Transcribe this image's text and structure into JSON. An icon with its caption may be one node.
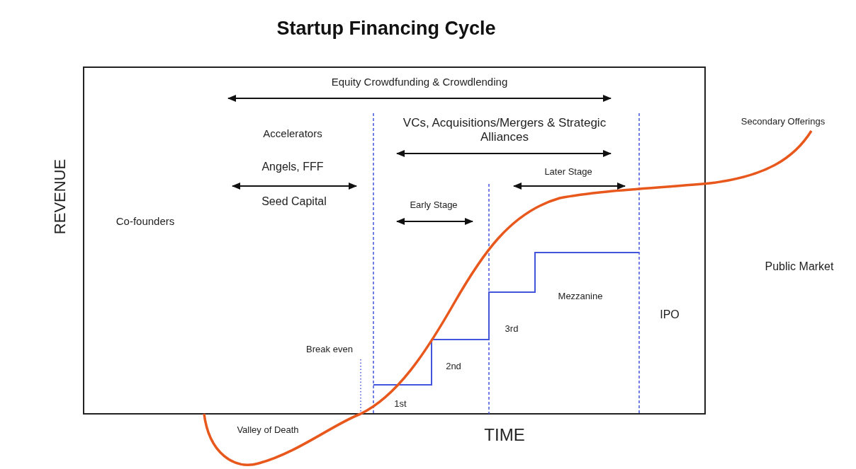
{
  "diagram": {
    "title": "Startup Financing Cycle",
    "labels": [
      "Equity Crowdfunding & Crowdlending",
      "Accelerators",
      "VCs, Acquisitions/Mergers & Strategic Alliances",
      "Secondary Offerings",
      "Angels, FFF",
      "Later Stage",
      "Seed Capital",
      "Early Stage",
      "REVENUE",
      "Co-founders",
      "Public Market",
      "Mezzanine",
      "IPO",
      "3rd",
      "Break even",
      "2nd",
      "1st",
      "Valley of Death",
      "TIME"
    ]
  }
}
